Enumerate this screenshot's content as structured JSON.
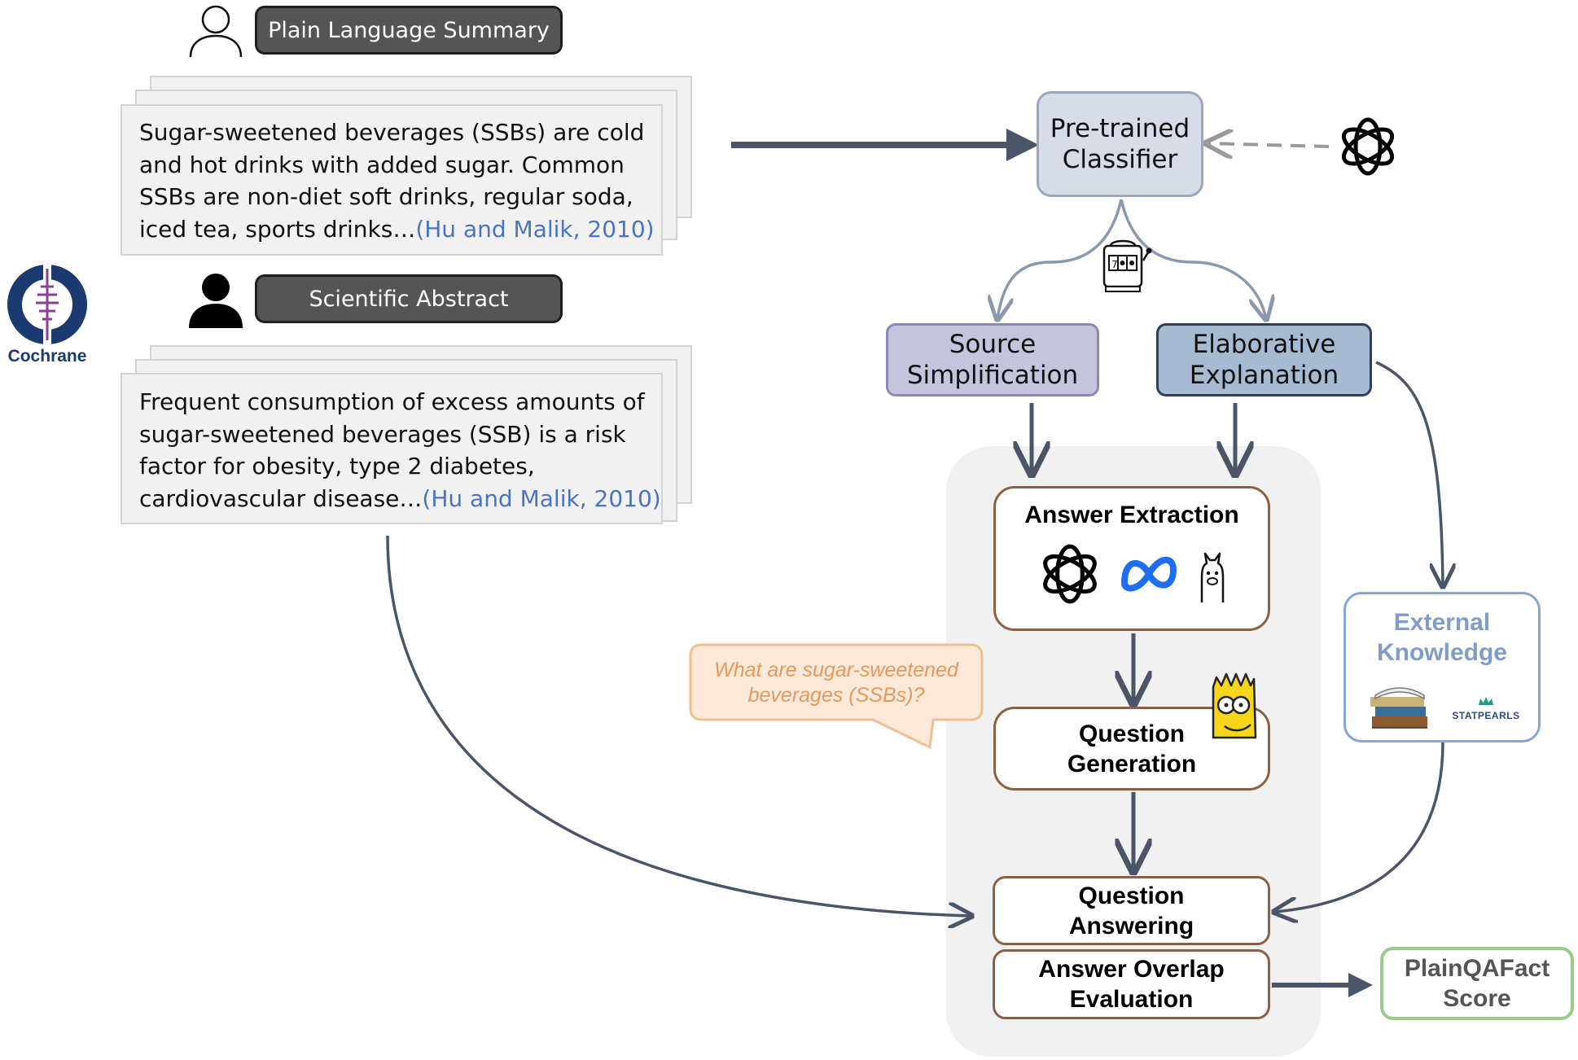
{
  "plain_language_summary": {
    "label": "Plain Language Summary",
    "lines": [
      "Sugar-sweetened beverages (SSBs) are cold",
      "and hot drinks with added sugar. Common",
      "SSBs are non-diet soft drinks, regular soda,",
      "iced tea, sports drinks…"
    ],
    "citation": "(Hu and Malik, 2010)"
  },
  "scientific_abstract": {
    "label": "Scientific Abstract",
    "lines": [
      "Frequent consumption of excess amounts of",
      "sugar-sweetened beverages (SSB) is a risk",
      "factor for obesity, type 2 diabetes,",
      "cardiovascular disease…"
    ],
    "citation": "(Hu and Malik, 2010)"
  },
  "cochrane_logo_text": "Cochrane",
  "classifier": {
    "line1": "Pre-trained",
    "line2": "Classifier"
  },
  "source_simplification": {
    "line1": "Source",
    "line2": "Simplification"
  },
  "elaborative_explanation": {
    "line1": "Elaborative",
    "line2": "Explanation"
  },
  "answer_extraction": {
    "title": "Answer Extraction"
  },
  "question_generation": {
    "line1": "Question",
    "line2": "Generation"
  },
  "question_answering": {
    "line1": "Question",
    "line2": "Answering"
  },
  "answer_overlap": {
    "line1": "Answer Overlap",
    "line2": "Evaluation"
  },
  "external_knowledge": {
    "line1": "External",
    "line2": "Knowledge",
    "statpearls": "STATPEARLS"
  },
  "score": {
    "line1": "PlainQAFact",
    "line2": "Score"
  },
  "example_question": {
    "line1": "What are sugar-sweetened",
    "line2": "beverages (SSBs)?"
  },
  "colors": {
    "arrow": "#4a5568",
    "citation": "#4a74c2",
    "classifier_fill": "#d7dce6",
    "source_fill": "#c5c4dd",
    "elaborative_fill": "#a6bbd2",
    "box_border": "#8a6046",
    "external_text": "#7f9dc8",
    "score_border": "#9dc98d",
    "question_fill": "#fce9d9",
    "question_text": "#e39a5c",
    "panel_fill": "#f1f1f1"
  },
  "icons": [
    "user-outline-icon",
    "user-filled-icon",
    "cochrane-logo",
    "openai-logo-icon",
    "slot-machine-icon",
    "meta-logo-icon",
    "llama-icon",
    "bart-simpson-icon",
    "books-icon",
    "statpearls-logo"
  ]
}
